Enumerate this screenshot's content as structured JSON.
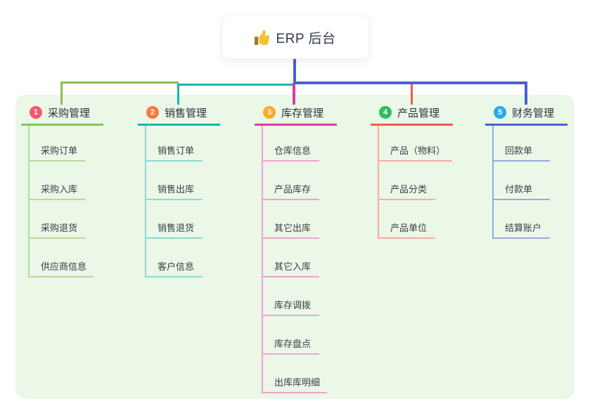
{
  "root": {
    "title": "ERP 后台",
    "icon": "thumbs-up-icon",
    "icon_color": "#f5c031",
    "line_color": "#4a60d0"
  },
  "canvas": {
    "background": "#ffffff",
    "panel_color": "#ebf7e7"
  },
  "branches": [
    {
      "badge": "1",
      "badge_color": "#f8566c",
      "title": "采购管理",
      "line_color": "#85c353",
      "light_color": "#b7db9b",
      "children": [
        "采购订单",
        "采购入库",
        "采购退货",
        "供应商信息"
      ]
    },
    {
      "badge": "2",
      "badge_color": "#f97c3d",
      "title": "销售管理",
      "line_color": "#14b8b0",
      "light_color": "#8ed9d1",
      "children": [
        "销售订单",
        "销售出库",
        "销售退货",
        "客户信息"
      ]
    },
    {
      "badge": "3",
      "badge_color": "#fbab2a",
      "title": "库存管理",
      "line_color": "#dd3aa4",
      "light_color": "#f0a2d3",
      "children": [
        "仓库信息",
        "产品库存",
        "其它出库",
        "其它入库",
        "库存调拨",
        "库存盘点",
        "出库库明细"
      ]
    },
    {
      "badge": "4",
      "badge_color": "#2ebd5f",
      "title": "产品管理",
      "line_color": "#f4594f",
      "light_color": "#f8aca3",
      "children": [
        "产品（物料）",
        "产品分类",
        "产品单位"
      ]
    },
    {
      "badge": "5",
      "badge_color": "#29a9e9",
      "title": "财务管理",
      "line_color": "#4a60d0",
      "light_color": "#97aade",
      "children": [
        "回款单",
        "付款单",
        "结算账户"
      ]
    }
  ]
}
